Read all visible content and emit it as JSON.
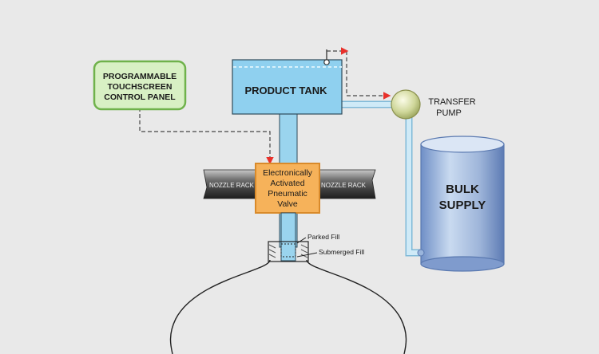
{
  "control_panel": {
    "line1": "PROGRAMMABLE",
    "line2": "TOUCHSCREEN",
    "line3": "CONTROL PANEL"
  },
  "product_tank": {
    "label": "PRODUCT TANK"
  },
  "transfer_pump": {
    "line1": "TRANSFER",
    "line2": "PUMP"
  },
  "bulk_supply": {
    "line1": "BULK",
    "line2": "SUPPLY"
  },
  "nozzle_rack": {
    "left_label": "NOZZLE RACK",
    "right_label": "NOZZLE RACK"
  },
  "valve": {
    "line1": "Electronically",
    "line2": "Activated",
    "line3": "Pneumatic",
    "line4": "Valve"
  },
  "fill_points": {
    "parked": "Parked Fill",
    "submerged": "Submerged Fill"
  },
  "colors": {
    "background": "#e9e9e9",
    "panel_fill": "#d8f0c4",
    "panel_stroke": "#6fb24b",
    "tank_fill": "#8fd0ef",
    "pipe_fill": "#9ad4ee",
    "valve_fill": "#f6b25a",
    "valve_stroke": "#d98a2a",
    "signal_arrow": "#e8302a",
    "supply_fill": "#b8cde6"
  }
}
